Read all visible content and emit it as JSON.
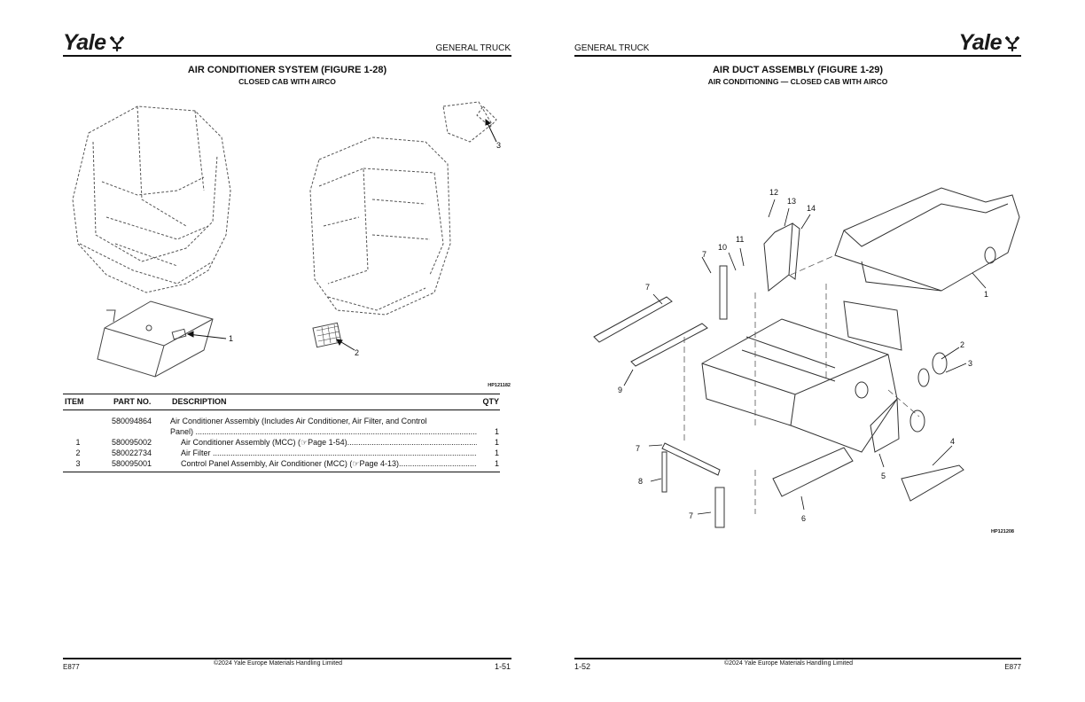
{
  "left_page": {
    "logo": "Yale",
    "header": "GENERAL TRUCK",
    "title": "AIR CONDITIONER SYSTEM (FIGURE 1-28)",
    "subtitle": "CLOSED CAB WITH AIRCO",
    "figure_code": "HP121182",
    "callouts": [
      "1",
      "2",
      "3"
    ],
    "table": {
      "headers": {
        "item": "ITEM",
        "part": "PART NO.",
        "desc": "DESCRIPTION",
        "qty": "QTY"
      },
      "rows": [
        {
          "item": "",
          "part": "580094864",
          "desc": "Air Conditioner Assembly (Includes Air Conditioner, Air Filter, and Control",
          "desc2": "Panel)",
          "qty": "1"
        },
        {
          "item": "1",
          "part": "580095002",
          "desc": "Air Conditioner Assembly (MCC) (☞Page 1-54)",
          "qty": "1"
        },
        {
          "item": "2",
          "part": "580022734",
          "desc": "Air Filter",
          "qty": "1"
        },
        {
          "item": "3",
          "part": "580095001",
          "desc": "Control Panel Assembly, Air Conditioner (MCC) (☞Page 4-13)",
          "qty": "1"
        }
      ]
    },
    "footer": {
      "left": "E877",
      "center": "©2024 Yale Europe Materials Handling Limited",
      "right": "1-51"
    }
  },
  "right_page": {
    "logo": "Yale",
    "header": "GENERAL TRUCK",
    "title": "AIR DUCT ASSEMBLY (FIGURE 1-29)",
    "subtitle": "AIR CONDITIONING — CLOSED CAB WITH AIRCO",
    "figure_code": "HP121208",
    "callouts": [
      "1",
      "2",
      "3",
      "4",
      "5",
      "6",
      "7",
      "7",
      "7",
      "7",
      "8",
      "9",
      "10",
      "11",
      "12",
      "13",
      "14"
    ],
    "footer": {
      "left": "1-52",
      "center": "©2024 Yale Europe Materials Handling Limited",
      "right": "E877"
    }
  },
  "icons": [
    "yale-logo-icon",
    "hand-pointer-icon"
  ]
}
